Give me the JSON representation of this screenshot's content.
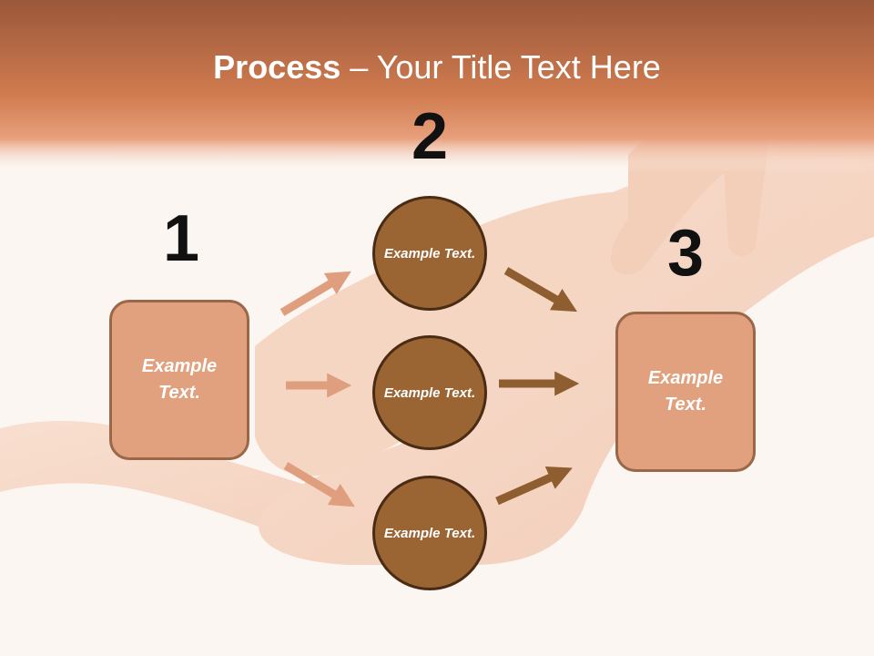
{
  "slide": {
    "title_bold": "Process",
    "title_rest": " – Your Title Text Here"
  },
  "steps": {
    "one": {
      "number": "1",
      "text": "Example Text."
    },
    "two": {
      "number": "2",
      "items": [
        {
          "text": "Example Text."
        },
        {
          "text": "Example Text."
        },
        {
          "text": "Example Text."
        }
      ]
    },
    "three": {
      "number": "3",
      "text": "Example Text."
    }
  },
  "colors": {
    "header": "#c8754a",
    "box_fill": "#e1a07e",
    "circle_fill": "#9b6533",
    "arrow_light": "#df9f7e",
    "arrow_dark": "#8f5e30"
  }
}
